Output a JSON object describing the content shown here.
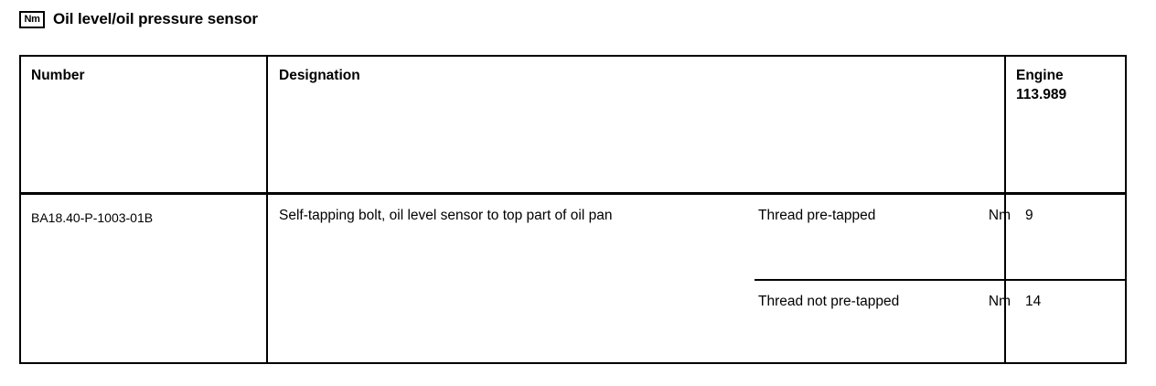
{
  "title": {
    "badge": "Nm",
    "badge_icon": "torque-nm-icon",
    "text": "Oil level/oil pressure sensor"
  },
  "table": {
    "headers": {
      "number": "Number",
      "designation": "Designation",
      "engine": "Engine\n113.989"
    },
    "rows": [
      {
        "number": "BA18.40-P-1003-01B",
        "designation": "Self-tapping bolt, oil level sensor to top part of oil pan",
        "subrows": [
          {
            "label": "Thread pre-tapped",
            "unit": "Nm",
            "value": "9"
          },
          {
            "label": "Thread not pre-tapped",
            "unit": "Nm",
            "value": "14"
          }
        ]
      }
    ]
  },
  "colors": {
    "background": "#ffffff",
    "text": "#000000",
    "border": "#000000"
  }
}
